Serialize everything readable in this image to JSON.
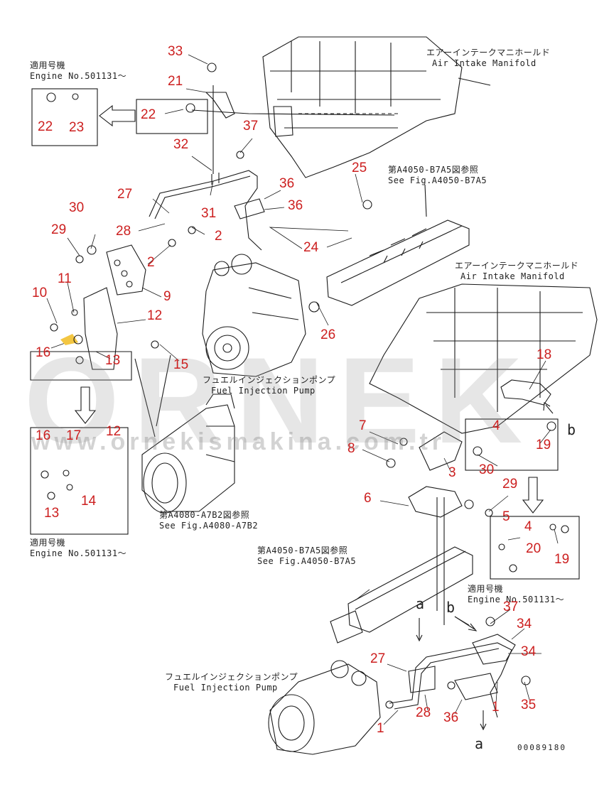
{
  "figure": {
    "ref_code": "00089180",
    "watermark": {
      "brand": "ORNEK",
      "url": "www.ornekismakina.com.tr"
    }
  },
  "annotations": {
    "engine_no_top_jp": "適用号機",
    "engine_no_top_en": "Engine No.501131～",
    "air_intake_top_jp": "エアーインテークマニホールド",
    "air_intake_top_en": "Air Intake Manifold",
    "see_fig_top_jp": "第A4050-B7A5図参照",
    "see_fig_top_en": "See Fig.A4050-B7A5",
    "air_intake_mid_jp": "エアーインテークマニホールド",
    "air_intake_mid_en": "Air Intake Manifold",
    "fuel_pump_top_jp": "フュエルインジェクションポンプ",
    "fuel_pump_top_en": "Fuel Injection Pump",
    "see_fig_pump_jp": "第A4080-A7B2図参照",
    "see_fig_pump_en": "See Fig.A4080-A7B2",
    "engine_no_left_jp": "適用号機",
    "engine_no_left_en": "Engine No.501131～",
    "see_fig_bottom_jp": "第A4050-B7A5図参照",
    "see_fig_bottom_en": "See Fig.A4050-B7A5",
    "engine_no_right_jp": "適用号機",
    "engine_no_right_en": "Engine No.501131～",
    "fuel_pump_bottom_jp": "フュエルインジェクションポンプ",
    "fuel_pump_bottom_en": "Fuel Injection Pump"
  },
  "view_markers": {
    "a_upper": "a",
    "b_upper": "b",
    "b_right": "b",
    "a_lower": "a"
  },
  "callouts": [
    {
      "id": "c33",
      "label": "33"
    },
    {
      "id": "c21",
      "label": "21"
    },
    {
      "id": "c22a",
      "label": "22"
    },
    {
      "id": "c23",
      "label": "23"
    },
    {
      "id": "c22b",
      "label": "22"
    },
    {
      "id": "c37a",
      "label": "37"
    },
    {
      "id": "c32",
      "label": "32"
    },
    {
      "id": "c25",
      "label": "25"
    },
    {
      "id": "c36a",
      "label": "36"
    },
    {
      "id": "c36b",
      "label": "36"
    },
    {
      "id": "c27a",
      "label": "27"
    },
    {
      "id": "c31",
      "label": "31"
    },
    {
      "id": "c30a",
      "label": "30"
    },
    {
      "id": "c28a",
      "label": "28"
    },
    {
      "id": "c2a",
      "label": "2"
    },
    {
      "id": "c24",
      "label": "24"
    },
    {
      "id": "c29a",
      "label": "29"
    },
    {
      "id": "c2b",
      "label": "2"
    },
    {
      "id": "c11",
      "label": "11"
    },
    {
      "id": "c9",
      "label": "9"
    },
    {
      "id": "c10",
      "label": "10"
    },
    {
      "id": "c12a",
      "label": "12"
    },
    {
      "id": "c26",
      "label": "26"
    },
    {
      "id": "c16a",
      "label": "16"
    },
    {
      "id": "c13a",
      "label": "13"
    },
    {
      "id": "c15",
      "label": "15"
    },
    {
      "id": "c18",
      "label": "18"
    },
    {
      "id": "c7",
      "label": "7"
    },
    {
      "id": "c4a",
      "label": "4"
    },
    {
      "id": "c16b",
      "label": "16"
    },
    {
      "id": "c17",
      "label": "17"
    },
    {
      "id": "c12b",
      "label": "12"
    },
    {
      "id": "c8",
      "label": "8"
    },
    {
      "id": "c19a",
      "label": "19"
    },
    {
      "id": "c3",
      "label": "3"
    },
    {
      "id": "c30b",
      "label": "30"
    },
    {
      "id": "c14",
      "label": "14"
    },
    {
      "id": "c13b",
      "label": "13"
    },
    {
      "id": "c6",
      "label": "6"
    },
    {
      "id": "c29b",
      "label": "29"
    },
    {
      "id": "c5",
      "label": "5"
    },
    {
      "id": "c4b",
      "label": "4"
    },
    {
      "id": "c20",
      "label": "20"
    },
    {
      "id": "c19b",
      "label": "19"
    },
    {
      "id": "c37b",
      "label": "37"
    },
    {
      "id": "c34a",
      "label": "34"
    },
    {
      "id": "c34b",
      "label": "34"
    },
    {
      "id": "c27b",
      "label": "27"
    },
    {
      "id": "c28b",
      "label": "28"
    },
    {
      "id": "c35",
      "label": "35"
    },
    {
      "id": "c1a",
      "label": "1"
    },
    {
      "id": "c36c",
      "label": "36"
    },
    {
      "id": "c1b",
      "label": "1"
    }
  ],
  "colors": {
    "callout": "#cc1f1f",
    "line": "#1a1a1a",
    "watermark": "#8c8c8c",
    "highlight": "#f3c642"
  }
}
